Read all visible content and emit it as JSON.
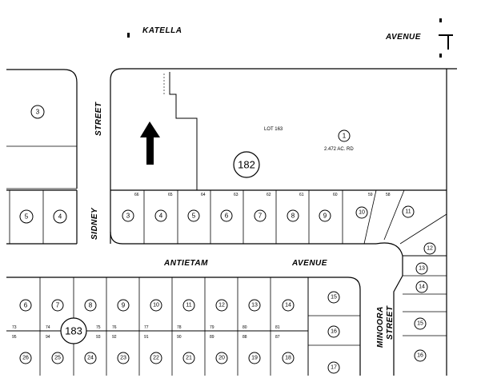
{
  "streets": {
    "katella": "KATELLA",
    "avenue_top": "AVENUE",
    "sidney": "SIDNEY",
    "street_left": "STREET",
    "antietam": "ANTIETAM",
    "avenue_mid": "AVENUE",
    "minoora": "MINOORA",
    "street_right": "STREET"
  },
  "tracts": {
    "north": "182",
    "south": "183"
  },
  "big_lot": {
    "label": "LOT 163",
    "number": "1",
    "area": "2.472 AC. RD"
  },
  "lots": {
    "upper_left_block": [
      "3"
    ],
    "left_row": [
      "5",
      "4"
    ],
    "middle_row": [
      "3",
      "4",
      "5",
      "6",
      "7",
      "8",
      "9",
      "10",
      "11"
    ],
    "right_curve": [
      "12",
      "13",
      "14",
      "15",
      "16"
    ],
    "south_top_row": [
      "6",
      "7",
      "8",
      "9",
      "10",
      "11",
      "12",
      "13",
      "14"
    ],
    "south_bottom_row": [
      "26",
      "25",
      "24",
      "23",
      "22",
      "21",
      "20",
      "19",
      "18"
    ],
    "east_column": [
      "15",
      "16",
      "17"
    ]
  },
  "small_labels": {
    "row_top": [
      "66",
      "65",
      "64",
      "63",
      "62",
      "61",
      "60",
      "59",
      "58"
    ],
    "row_south": [
      "73",
      "74",
      "75",
      "76",
      "77",
      "78",
      "79",
      "80",
      "81"
    ],
    "row_south_b": [
      "95",
      "94",
      "93",
      "92",
      "91",
      "90",
      "89",
      "88",
      "87"
    ]
  },
  "icons": {
    "north_arrow": "north-arrow-icon",
    "corner": "corner-bracket-icon"
  }
}
